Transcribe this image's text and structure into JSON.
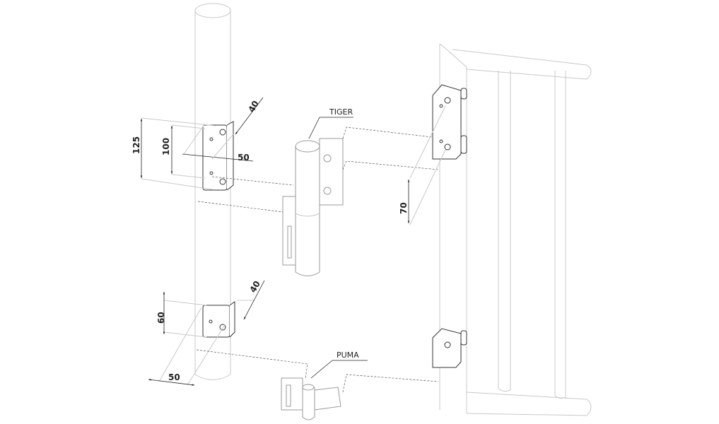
{
  "upper_bracket": {
    "height_outer": "125",
    "height_inner": "100",
    "width": "50",
    "depth": "40"
  },
  "lower_bracket": {
    "height": "60",
    "width": "50",
    "depth": "40"
  },
  "gate_spacing": "70",
  "hinges": {
    "upper": "TIGER",
    "lower": "PUMA"
  }
}
